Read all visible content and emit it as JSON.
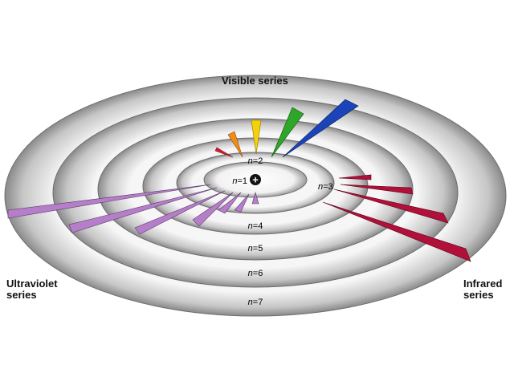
{
  "diagram": {
    "visible_label": "Visible series",
    "ultraviolet_label_line1": "Ultraviolet",
    "ultraviolet_label_line2": "series",
    "infrared_label_line1": "Infrared",
    "infrared_label_line2": "series",
    "nucleus_symbol": "+",
    "levels": [
      {
        "n_prefix": "n",
        "n_suffix": "=1"
      },
      {
        "n_prefix": "n",
        "n_suffix": "=2"
      },
      {
        "n_prefix": "n",
        "n_suffix": "=3"
      },
      {
        "n_prefix": "n",
        "n_suffix": "=4"
      },
      {
        "n_prefix": "n",
        "n_suffix": "=5"
      },
      {
        "n_prefix": "n",
        "n_suffix": "=6"
      },
      {
        "n_prefix": "n",
        "n_suffix": "=7"
      }
    ],
    "colors": {
      "ultraviolet": "#b57ec8",
      "infrared": "#b0103a",
      "visible_red": "#d01e2e",
      "visible_orange": "#f08c1a",
      "visible_yellow": "#f4d20a",
      "visible_green": "#2ea62a",
      "visible_blue": "#1a44b8",
      "ring_light": "#f4f4f4",
      "ring_dark": "#8c8c8c"
    }
  }
}
